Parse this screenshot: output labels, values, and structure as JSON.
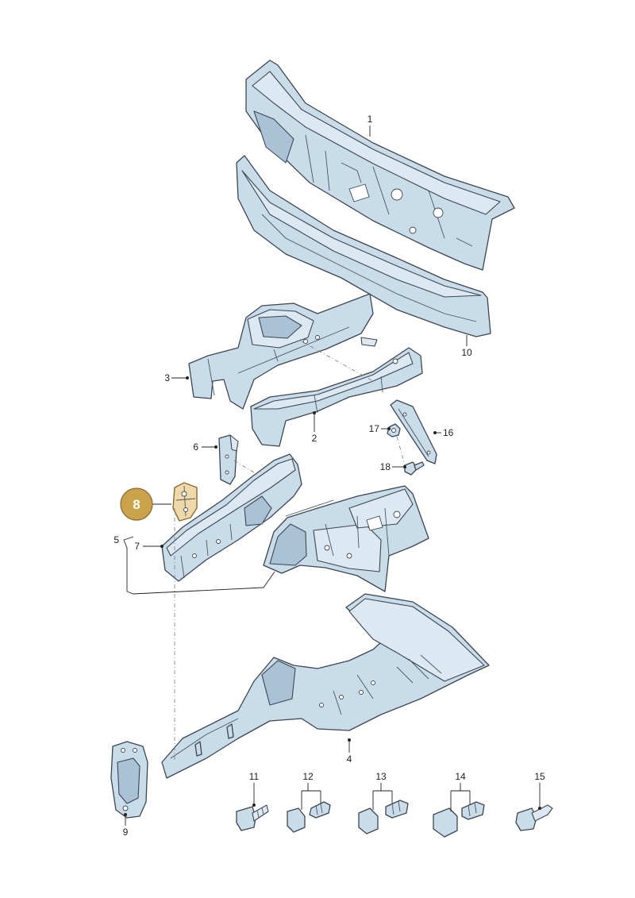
{
  "callouts": {
    "c1": "1",
    "c2": "2",
    "c3": "3",
    "c4": "4",
    "c5": "5",
    "c6": "6",
    "c7": "7",
    "c8": "8",
    "c9": "9",
    "c10": "10",
    "c11": "11",
    "c12": "12",
    "c13": "13",
    "c14": "14",
    "c15": "15",
    "c16": "16",
    "c17": "17",
    "c18": "18"
  },
  "colors": {
    "highlight_badge": "#c9a24a",
    "part_fill": "#c9dcea",
    "highlight_part": "#f0d9a8"
  }
}
